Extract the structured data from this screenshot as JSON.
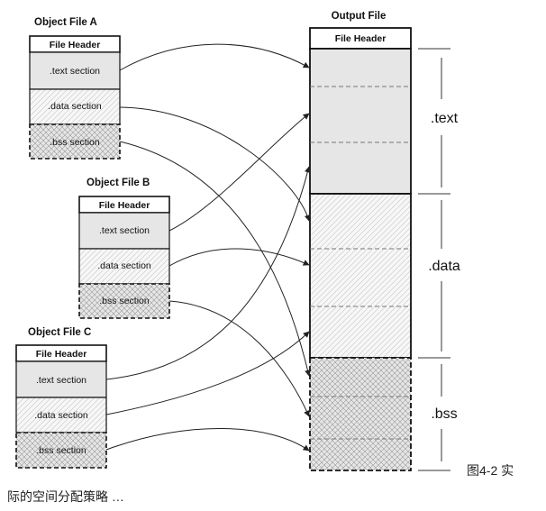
{
  "object_files": [
    {
      "title": "Object File A",
      "header": "File Header",
      "sections": [
        ".text section",
        ".data section",
        ".bss section"
      ]
    },
    {
      "title": "Object File B",
      "header": "File Header",
      "sections": [
        ".text section",
        ".data section",
        ".bss section"
      ]
    },
    {
      "title": "Object File C",
      "header": "File Header",
      "sections": [
        ".text section",
        ".data section",
        ".bss section"
      ]
    }
  ],
  "output_file": {
    "title": "Output File",
    "header": "File Header",
    "segments": [
      ".text",
      ".data",
      ".bss"
    ]
  },
  "caption": "图4-2 实",
  "footer_text": "际的空间分配策略 …"
}
